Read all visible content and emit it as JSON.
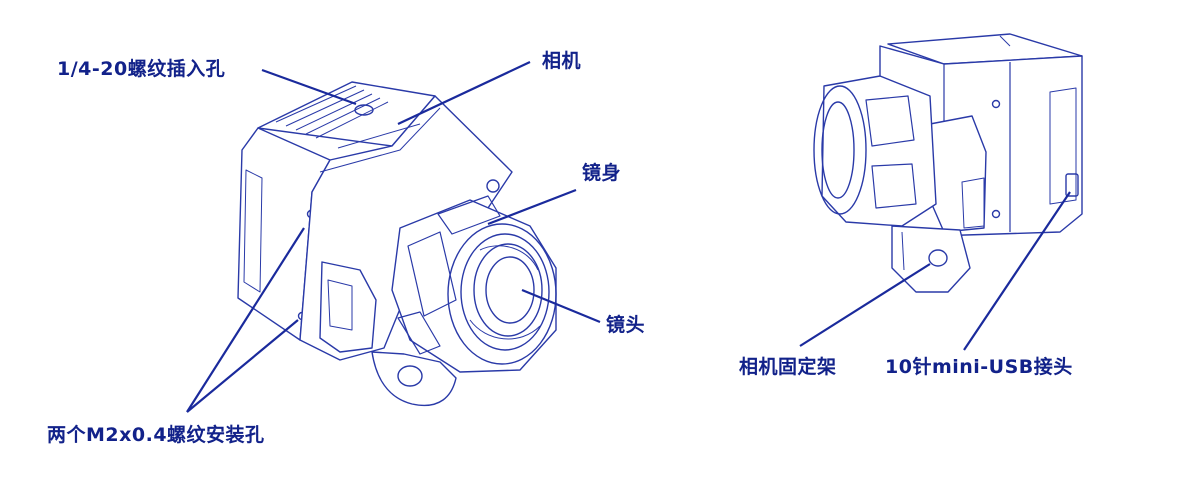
{
  "colors": {
    "ink": "#12228a",
    "line": "#1a2a9c",
    "drawing": "#2a3aa8"
  },
  "labels": {
    "mount_hole_1_4_20": "1/4-20螺纹插入孔",
    "camera": "相机",
    "lens_body": "镜身",
    "lens": "镜头",
    "m2_holes": "两个M2x0.4螺纹安装孔",
    "camera_mount": "相机固定架",
    "usb_connector": "10针mini-USB接头"
  }
}
